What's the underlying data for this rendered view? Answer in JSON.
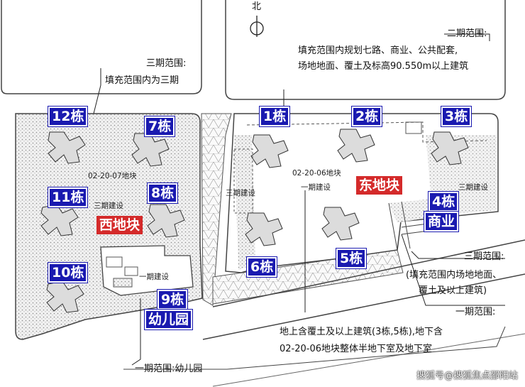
{
  "north": {
    "label": "北"
  },
  "phase2_scope": {
    "title": "二期范围:",
    "line1": "填充范围内规划七路、商业、公共配套,",
    "line2": "场地地面、覆土及标高90.550m以上建筑"
  },
  "phase3_scope_top": {
    "title": "三期范围:",
    "line1": "填充范围内为三期"
  },
  "phase3_scope_right": {
    "title": "三期范围:",
    "line1": "(填充范围内场地地面、",
    "line2": "覆土及以上建筑)"
  },
  "phase1_scope": {
    "title": "一期范围:",
    "line1": "地上含覆土及以上建筑(3栋,5栋),地下含",
    "line2": "02-20-06地块整体半地下室及地下室"
  },
  "kindergarten_scope": {
    "label": "一期范围:幼儿园"
  },
  "plots": {
    "west": {
      "label": "西地块",
      "code": "02-20-07地块",
      "phase": "三期建设"
    },
    "east": {
      "label": "东地块",
      "code": "02-20-06地块",
      "phase": "一期建设"
    }
  },
  "misc_labels": {
    "phase1_build_kinder": "一期建设",
    "phase3_build_mid": "三期建设",
    "phase3_build_right": "三期建设"
  },
  "buildings": {
    "b12": "12栋",
    "b7": "7栋",
    "b11": "11栋",
    "b8": "8栋",
    "b10": "10栋",
    "b9": "9栋",
    "kindergarten": "幼儿园",
    "b1": "1栋",
    "b2": "2栋",
    "b3": "3栋",
    "b4": "4栋",
    "commerce": "商业",
    "b6": "6栋",
    "b5": "5栋"
  },
  "watermark": "搜狐号@搜狐焦点邵阳站",
  "colors": {
    "building_tag": "#1a1ab0",
    "plot_tag": "#d42a2a",
    "line": "#333333"
  }
}
